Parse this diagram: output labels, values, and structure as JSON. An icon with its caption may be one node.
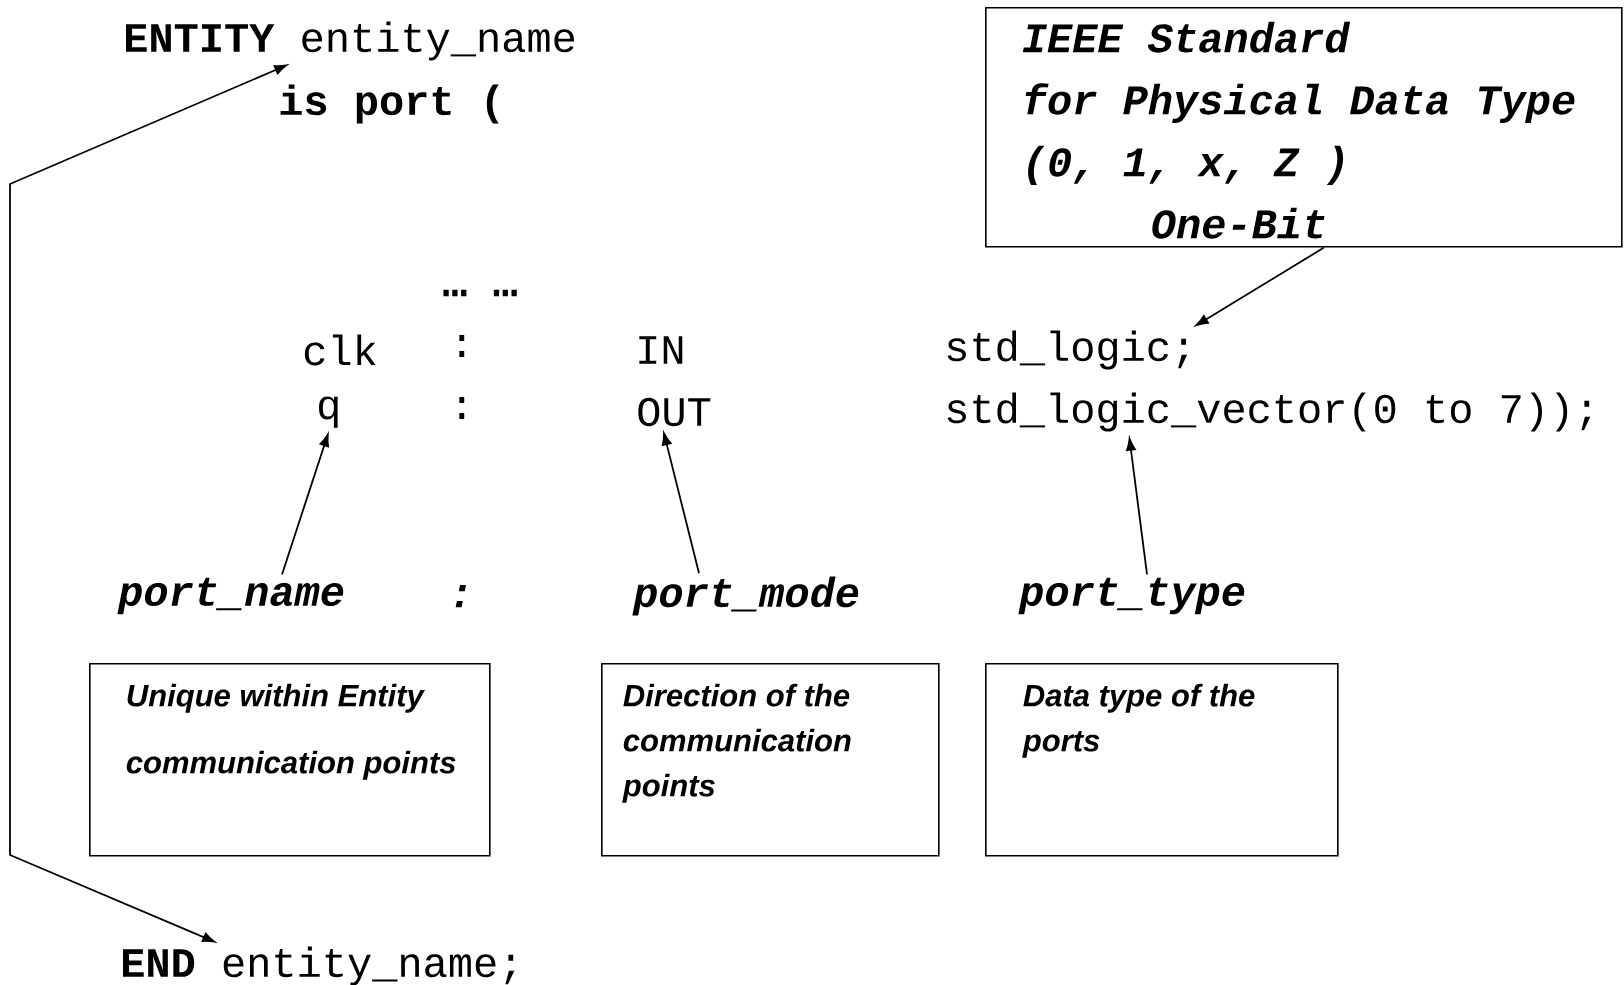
{
  "diagram": {
    "nodes": [
      {
        "text": [
          "**ENTITY** entity_name"
        ]
      },
      {
        "text": [
          "IEEE Standard",
          "for Physical Data Type",
          "(0, 1, x, Z )",
          "One-Bit"
        ]
      },
      {
        "text": [
          "std_logic;"
        ]
      },
      {
        "text": [
          "q"
        ]
      },
      {
        "text": [
          "OUT"
        ]
      },
      {
        "text": [
          "std_logic_vector(0 to 7));"
        ]
      },
      {
        "text": [
          "port_name"
        ]
      },
      {
        "text": [
          "port_mode"
        ]
      },
      {
        "text": [
          "port_type"
        ]
      },
      {
        "text": [
          "Unique within Entity",
          "communication points"
        ]
      },
      {
        "text": [
          "Direction of the communication points"
        ]
      },
      {
        "text": [
          "Data type of the ports"
        ]
      },
      {
        "text": [
          "**END** entity_name;"
        ]
      }
    ],
    "edges": [
      {
        "from": 0,
        "to": 12,
        "arrow": "both"
      },
      {
        "from": 1,
        "to": 2,
        "arrow": "to"
      },
      {
        "from": 6,
        "to": 3,
        "arrow": "to"
      },
      {
        "from": 7,
        "to": 4,
        "arrow": "to"
      },
      {
        "from": 8,
        "to": 5,
        "arrow": "to"
      }
    ],
    "labels": [
      "**is port** (",
      "… …",
      "clk",
      ":",
      "IN",
      ":",
      ":"
    ]
  }
}
